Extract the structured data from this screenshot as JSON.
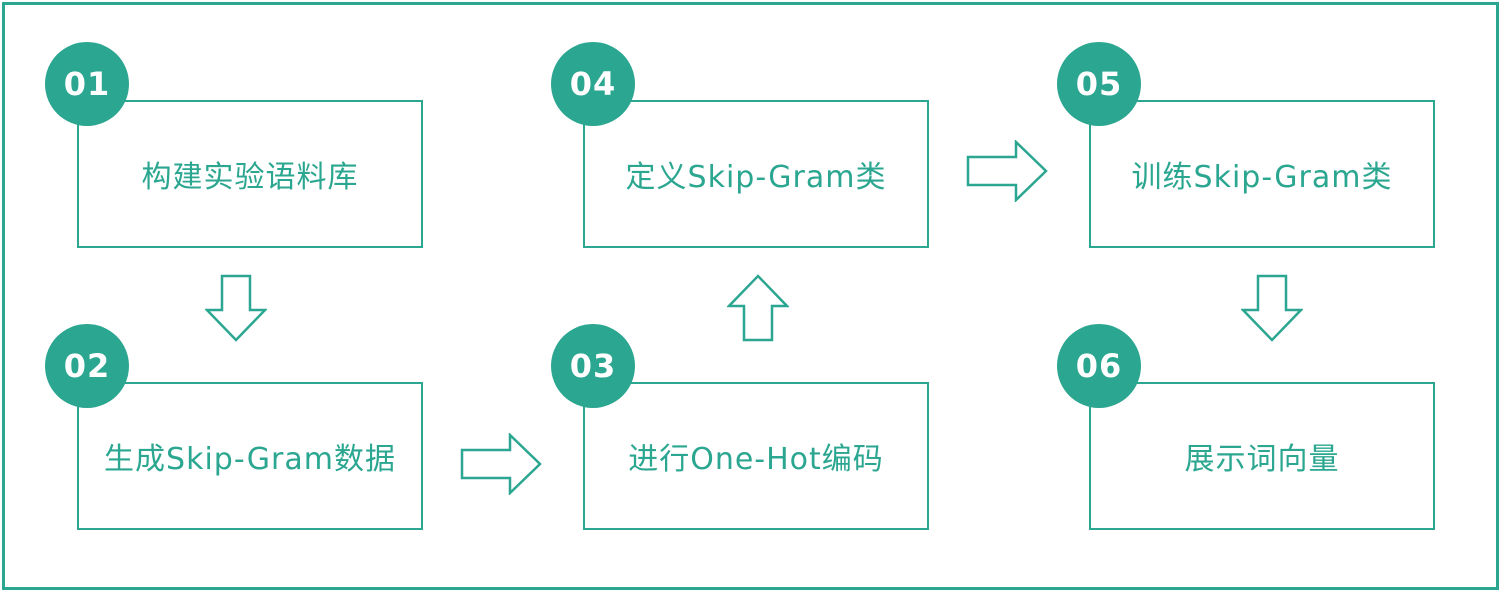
{
  "colors": {
    "accent": "#2BA690",
    "background": "#FFFFFF"
  },
  "steps": [
    {
      "number": "01",
      "label": "构建实验语料库"
    },
    {
      "number": "02",
      "label": "生成Skip-Gram数据"
    },
    {
      "number": "03",
      "label": "进行One-Hot编码"
    },
    {
      "number": "04",
      "label": "定义Skip-Gram类"
    },
    {
      "number": "05",
      "label": "训练Skip-Gram类"
    },
    {
      "number": "06",
      "label": "展示词向量"
    }
  ],
  "arrows": [
    {
      "from": "01",
      "to": "02",
      "direction": "down"
    },
    {
      "from": "02",
      "to": "03",
      "direction": "right"
    },
    {
      "from": "03",
      "to": "04",
      "direction": "up"
    },
    {
      "from": "04",
      "to": "05",
      "direction": "right"
    },
    {
      "from": "05",
      "to": "06",
      "direction": "down"
    }
  ]
}
